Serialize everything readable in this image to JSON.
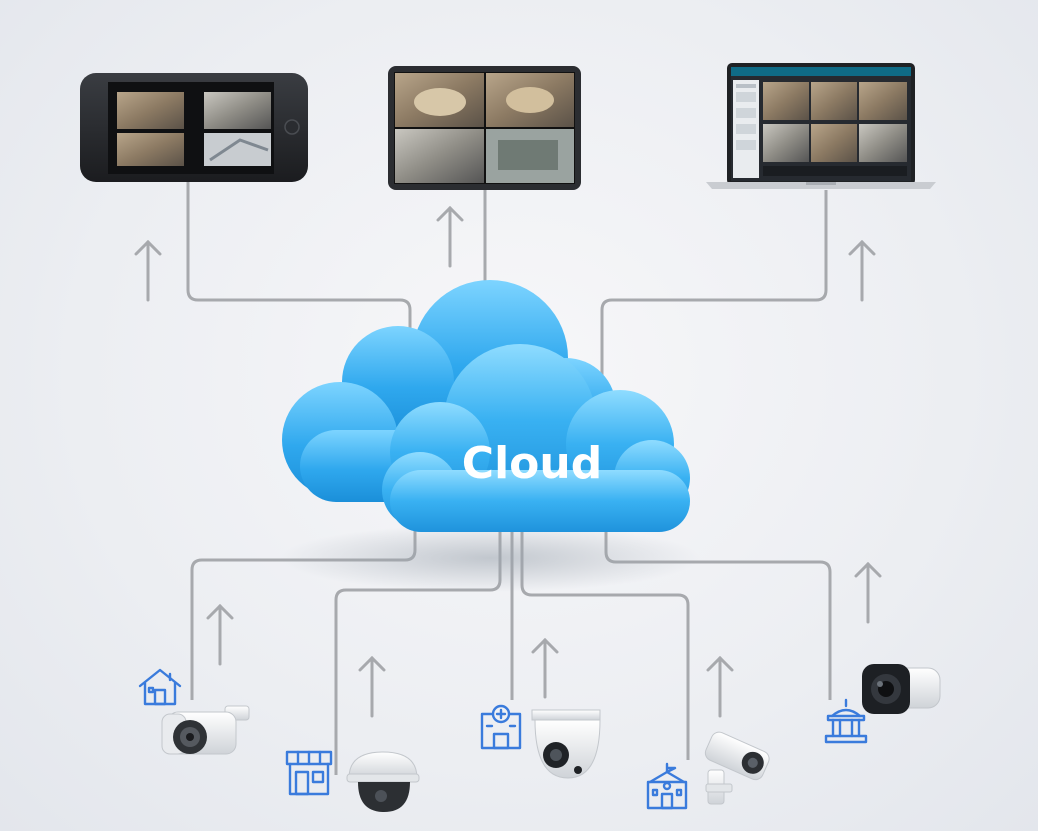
{
  "cloud": {
    "label": "Cloud",
    "color": "#2aa6ea",
    "highlight": "#6fd0ff"
  },
  "connector_color": "#a7a9ad",
  "arrow_color": "#a7a9ad",
  "icon_color": "#3a7bdc",
  "viewers": [
    {
      "device": "smartphone",
      "screen": "camera-grid-2x2"
    },
    {
      "device": "tablet",
      "screen": "camera-grid-2x2"
    },
    {
      "device": "laptop",
      "screen": "camera-grid-3x2"
    }
  ],
  "cameras": [
    {
      "camera": "bullet-camera",
      "site": "house-icon"
    },
    {
      "camera": "dome-camera",
      "site": "store-icon"
    },
    {
      "camera": "turret-camera",
      "site": "hospital-icon"
    },
    {
      "camera": "box-camera",
      "site": "school-icon"
    },
    {
      "camera": "mini-bullet-camera",
      "site": "government-building-icon"
    }
  ]
}
